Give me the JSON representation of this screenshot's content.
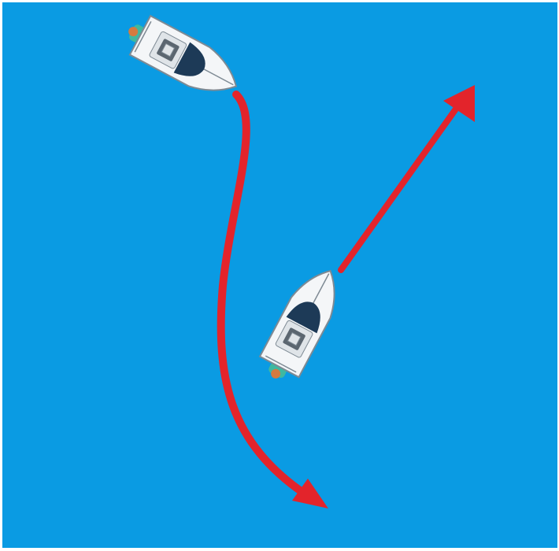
{
  "colors": {
    "water": "#0a9be3",
    "arrow": "#e3242b",
    "hull": "#f4f6f8",
    "hull_outline": "#7e8a94",
    "canopy": "#1d3a57",
    "deck": "#dfe4e8",
    "seat": "#5b6670",
    "engine_housing": "#3fb8a0",
    "engine": "#d57a3f"
  },
  "boats": [
    {
      "id": "boat-upper-left",
      "heading": "southeast"
    },
    {
      "id": "boat-center",
      "heading": "northeast"
    }
  ],
  "paths": [
    {
      "id": "curved-wake-path",
      "shape": "s-curve"
    },
    {
      "id": "straight-course-path",
      "shape": "straight"
    }
  ]
}
